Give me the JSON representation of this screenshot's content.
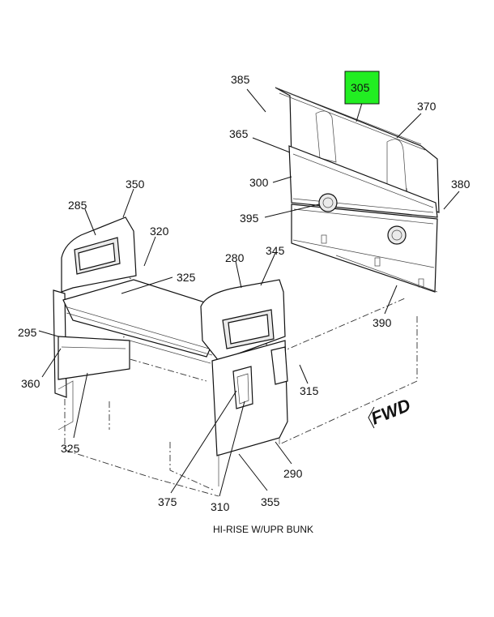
{
  "diagram": {
    "caption": "HI-RISE W/UPR BUNK",
    "direction_marker": "FWD",
    "highlight_color": "#22ee22",
    "callouts": [
      {
        "id": "385",
        "text": "385"
      },
      {
        "id": "305",
        "text": "305",
        "highlighted": true
      },
      {
        "id": "370",
        "text": "370"
      },
      {
        "id": "365",
        "text": "365"
      },
      {
        "id": "300",
        "text": "300"
      },
      {
        "id": "380",
        "text": "380"
      },
      {
        "id": "395",
        "text": "395"
      },
      {
        "id": "390",
        "text": "390"
      },
      {
        "id": "350",
        "text": "350"
      },
      {
        "id": "285",
        "text": "285"
      },
      {
        "id": "320",
        "text": "320"
      },
      {
        "id": "325a",
        "text": "325"
      },
      {
        "id": "280",
        "text": "280"
      },
      {
        "id": "345",
        "text": "345"
      },
      {
        "id": "295",
        "text": "295"
      },
      {
        "id": "360",
        "text": "360"
      },
      {
        "id": "315",
        "text": "315"
      },
      {
        "id": "325b",
        "text": "325"
      },
      {
        "id": "290",
        "text": "290"
      },
      {
        "id": "375",
        "text": "375"
      },
      {
        "id": "310",
        "text": "310"
      },
      {
        "id": "355",
        "text": "355"
      }
    ]
  }
}
